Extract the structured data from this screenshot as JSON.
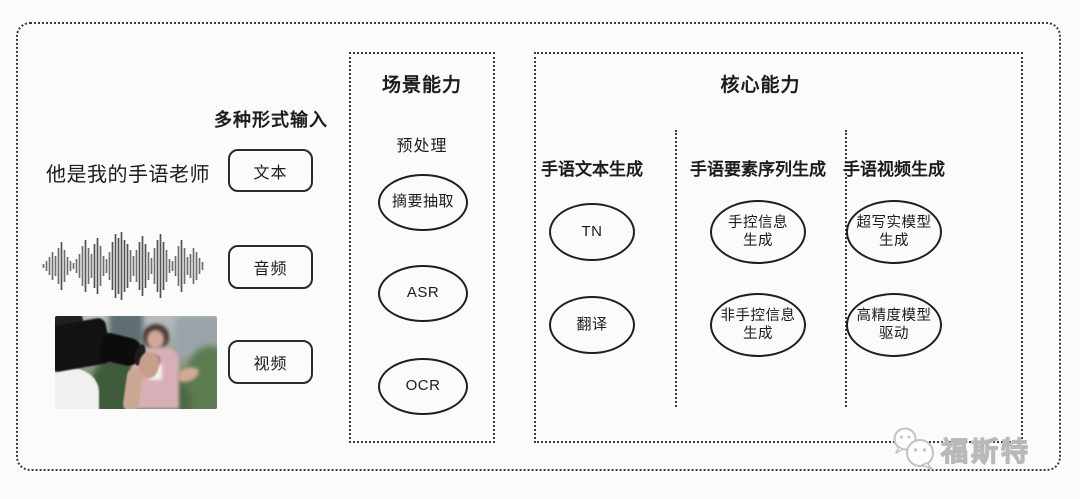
{
  "diagram": {
    "input_label": "多种形式输入",
    "sample_text": "他是我的手语老师",
    "input_types": [
      {
        "label": "文本"
      },
      {
        "label": "音频"
      },
      {
        "label": "视频"
      }
    ],
    "scene_panel": {
      "title": "场景能力",
      "subtitle": "预处理",
      "nodes": [
        "摘要抽取",
        "ASR",
        "OCR"
      ]
    },
    "core_panel": {
      "title": "核心能力",
      "columns": [
        {
          "header": "手语文本生成",
          "nodes": [
            "TN",
            "翻译"
          ]
        },
        {
          "header": "手语要素序列生成",
          "nodes": [
            "手控信息\n生成",
            "非手控信息\n生成"
          ]
        },
        {
          "header": "手语视频生成",
          "nodes": [
            "超写实模型\n生成",
            "高精度模型\n驱动"
          ]
        }
      ]
    },
    "watermark": "福斯特",
    "colors": {
      "line": "#2b2b2b",
      "dotted_border": "#3a3a3a",
      "background": "#fbfbfb",
      "watermark": "#b9b9b9"
    },
    "waveform_bars": [
      2,
      5,
      9,
      14,
      10,
      18,
      24,
      16,
      9,
      5,
      3,
      7,
      12,
      20,
      26,
      18,
      12,
      22,
      28,
      20,
      10,
      7,
      14,
      24,
      32,
      28,
      34,
      26,
      22,
      16,
      10,
      16,
      24,
      30,
      22,
      14,
      8,
      18,
      26,
      32,
      24,
      16,
      7,
      5,
      10,
      20,
      26,
      18,
      9,
      12,
      18,
      14,
      8,
      4
    ]
  }
}
